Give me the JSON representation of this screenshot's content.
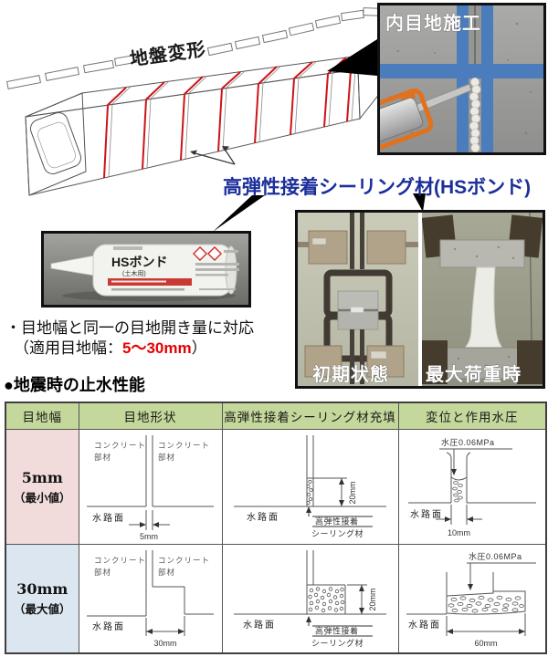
{
  "colors": {
    "title_blue": "#1c2f9b",
    "joint_red": "#cd1418",
    "range_red": "#e60000",
    "header_green": "#c5d89c",
    "row_min_pink": "#f2dcdb",
    "row_max_blue": "#dce6f1"
  },
  "scene": {
    "ground_label": "地盤変形",
    "install_photo_label": "内目地施工",
    "sealant_title": "高弾性接着シーリング材(HSボンド)",
    "tube_photo": {
      "brand": "HSボンド",
      "grade": "(土木用)"
    },
    "test_photo": {
      "initial_label": "初期状態",
      "max_load_label": "最大荷重時"
    }
  },
  "notes": {
    "line1": "・目地幅と同一の目地開き量に対応",
    "line2_prefix": "（適用目地幅：",
    "line2_range": "5～30mm",
    "line2_suffix": "）"
  },
  "section_title": "●地震時の止水性能",
  "table": {
    "headers": {
      "joint_width": "目地幅",
      "joint_shape": "目地形状",
      "sealant_fill": "高弾性接着シーリング材充填",
      "displacement_pressure": "変位と作用水圧"
    },
    "row_min": {
      "width": "5mm",
      "qualifier": "（最小値）",
      "gap_dim": "5mm",
      "fill_depth_dim": "20mm",
      "pressure": "水圧0.06MPa",
      "displacement_dim": "10mm"
    },
    "row_max": {
      "width": "30mm",
      "qualifier": "（最大値）",
      "gap_dim": "30mm",
      "fill_depth_dim": "20mm",
      "pressure": "水圧0.06MPa",
      "displacement_dim": "60mm"
    }
  },
  "diagram_labels": {
    "concrete_line1": "コンクリート",
    "concrete_line2": "部材",
    "water_surface": "水路面",
    "sealant_line1": "高弾性接着",
    "sealant_line2": "シーリング材"
  }
}
